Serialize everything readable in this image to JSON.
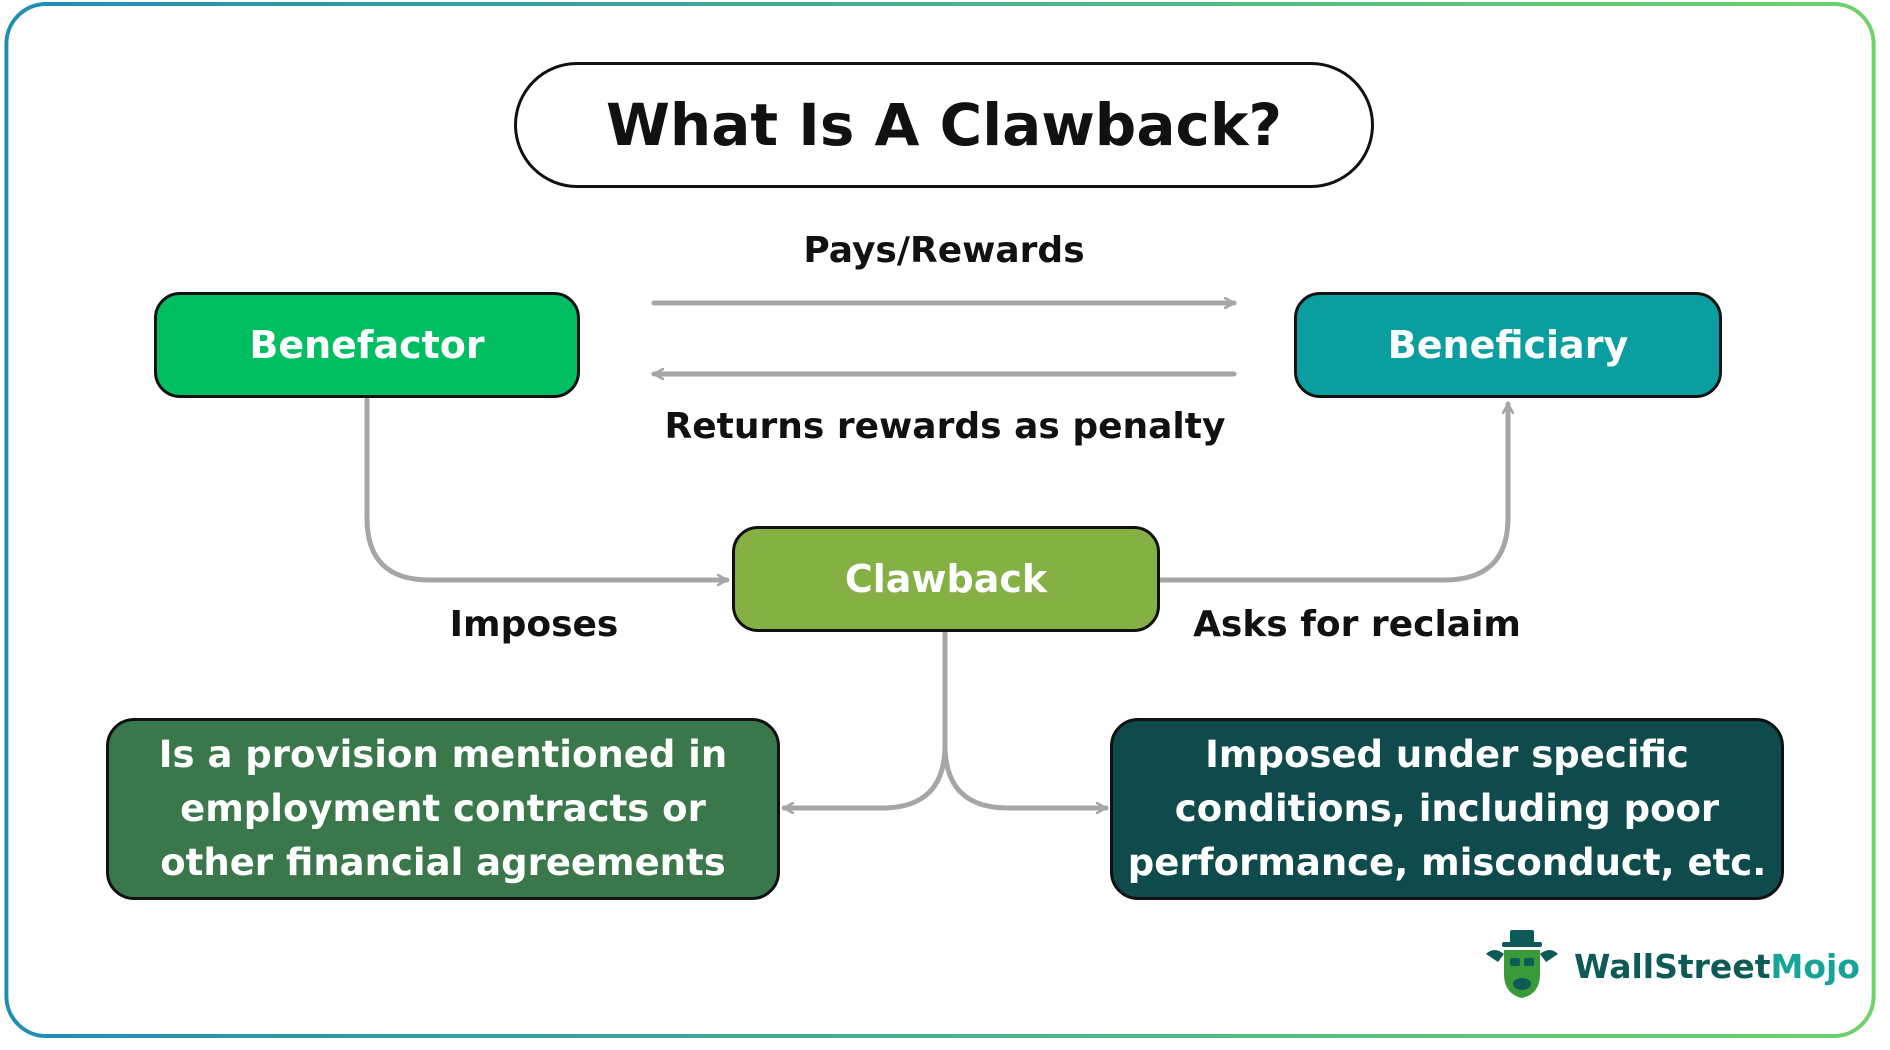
{
  "title": "What Is A Clawback?",
  "nodes": {
    "benefactor": "Benefactor",
    "beneficiary": "Beneficiary",
    "clawback": "Clawback",
    "provision": [
      "Is a provision mentioned in",
      "employment contracts or",
      "other financial agreements"
    ],
    "conditions": [
      "Imposed under specific",
      "conditions, including poor",
      "performance, misconduct, etc."
    ]
  },
  "edges": {
    "pays": "Pays/Rewards",
    "returns": "Returns rewards as penalty",
    "imposes": "Imposes",
    "reclaim": "Asks for reclaim"
  },
  "logo": {
    "wall": "WallStreet",
    "mojo": "Mojo"
  },
  "colors": {
    "benefactor": "#00bf63",
    "beneficiary": "#0a9e9e",
    "clawback": "#85b043",
    "provision": "#3a774a",
    "conditions": "#0f4b4c",
    "arrow": "#a6a6a6",
    "frame_start": "#1f8fb1",
    "frame_end": "#6fd26a"
  }
}
